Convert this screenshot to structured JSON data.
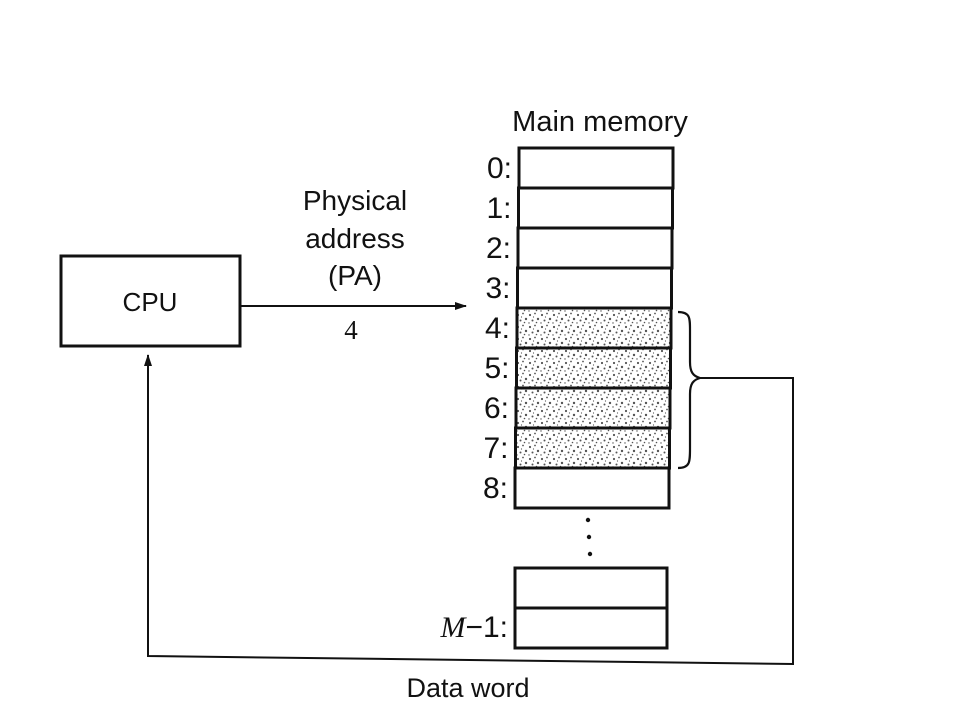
{
  "cpu": {
    "label": "CPU"
  },
  "address": {
    "line1": "Physical",
    "line2": "address",
    "line3": "(PA)",
    "value": "4"
  },
  "memory": {
    "title": "Main memory",
    "cells": [
      {
        "label": "0:",
        "shaded": false
      },
      {
        "label": "1:",
        "shaded": false
      },
      {
        "label": "2:",
        "shaded": false
      },
      {
        "label": "3:",
        "shaded": false
      },
      {
        "label": "4:",
        "shaded": true
      },
      {
        "label": "5:",
        "shaded": true
      },
      {
        "label": "6:",
        "shaded": true
      },
      {
        "label": "7:",
        "shaded": true
      },
      {
        "label": "8:",
        "shaded": false
      }
    ],
    "last_cell_label_italic": "M",
    "last_cell_label_rest": "−1:"
  },
  "data_word": {
    "label": "Data word"
  },
  "colors": {
    "ink": "#111111",
    "paper": "#ffffff",
    "stipple": "#555555"
  }
}
